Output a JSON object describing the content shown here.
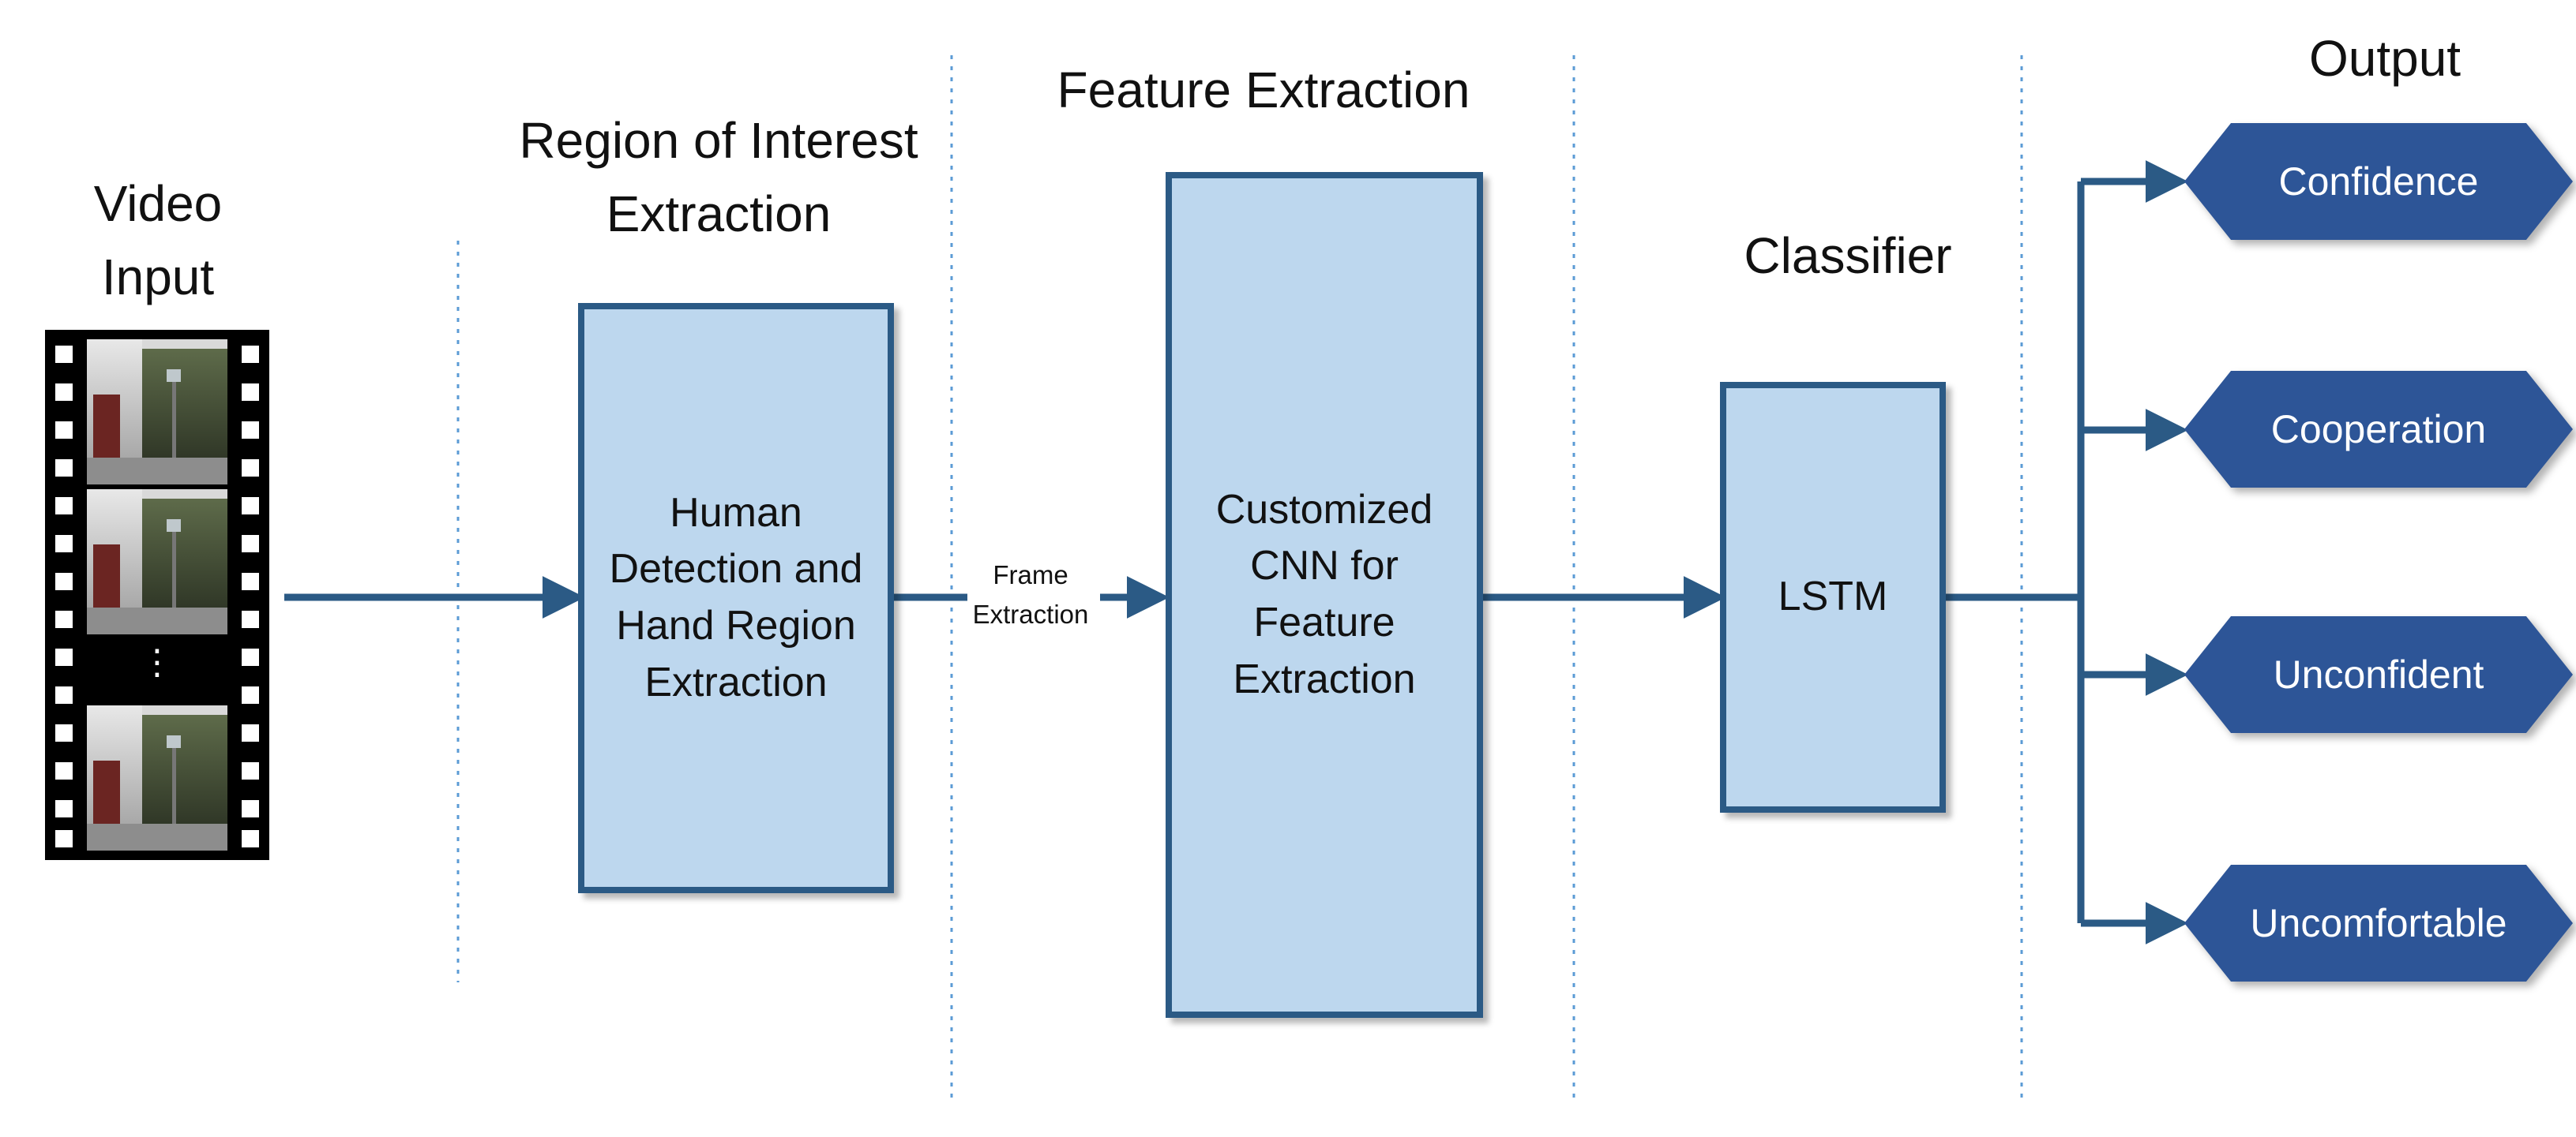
{
  "stages": {
    "video_input": {
      "heading_lines": [
        "Video",
        "Input"
      ]
    },
    "roi": {
      "heading_lines": [
        "Region of Interest",
        "Extraction"
      ],
      "box_lines": [
        "Human",
        "Detection and",
        "Hand Region",
        "Extraction"
      ]
    },
    "frame_label_lines": [
      "Frame",
      "Extraction"
    ],
    "feature": {
      "heading": "Feature Extraction",
      "box_lines": [
        "Customized",
        "CNN for",
        "Feature",
        "Extraction"
      ]
    },
    "classifier": {
      "heading": "Classifier",
      "box_label": "LSTM"
    },
    "output": {
      "heading": "Output",
      "items": [
        "Confidence",
        "Cooperation",
        "Unconfident",
        "Uncomfortable"
      ]
    }
  },
  "filmstrip": {
    "ellipsis": "⋮"
  },
  "colors": {
    "box_fill": "#bdd7ee",
    "box_border": "#2b5a85",
    "arrow": "#2b5a85",
    "output_fill": "#2d5597",
    "divider": "#5b9bd5"
  }
}
